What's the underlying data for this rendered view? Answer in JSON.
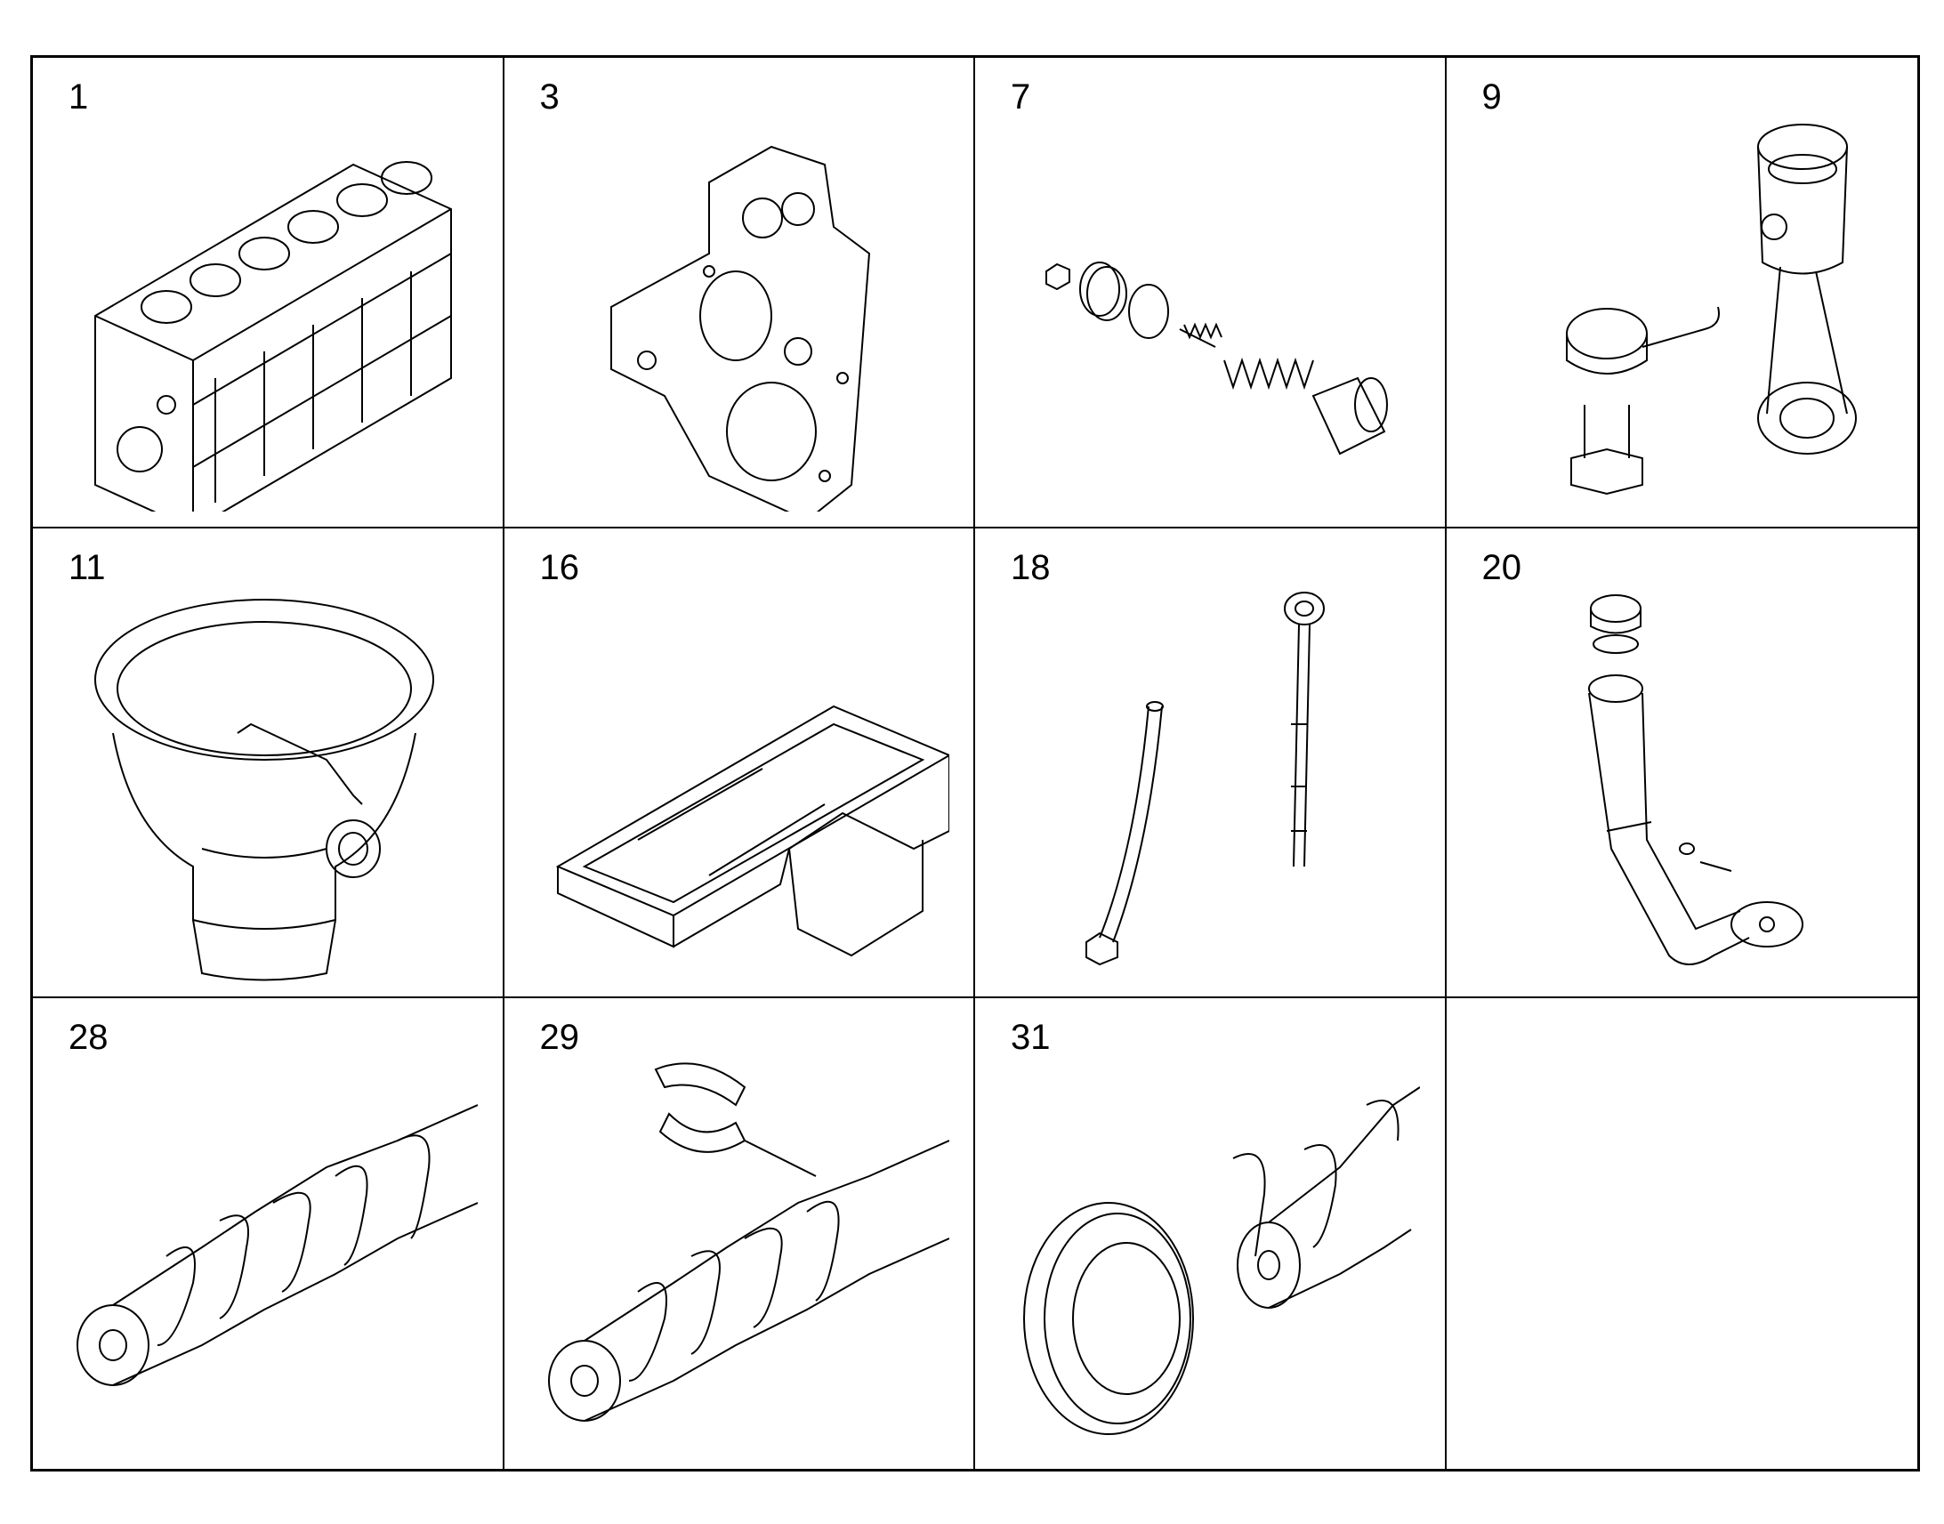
{
  "cells": [
    {
      "number": "1",
      "icon": "cylinder-block-icon"
    },
    {
      "number": "3",
      "icon": "timing-cover-icon"
    },
    {
      "number": "7",
      "icon": "valve-spring-kit-icon"
    },
    {
      "number": "9",
      "icon": "piston-connecting-rod-icon"
    },
    {
      "number": "11",
      "icon": "oil-separator-icon"
    },
    {
      "number": "16",
      "icon": "oil-pan-icon"
    },
    {
      "number": "18",
      "icon": "dipstick-icon"
    },
    {
      "number": "20",
      "icon": "oil-filler-tube-icon"
    },
    {
      "number": "28",
      "icon": "crankshaft-icon"
    },
    {
      "number": "29",
      "icon": "crankshaft-bearings-icon"
    },
    {
      "number": "31",
      "icon": "crankshaft-pulley-icon"
    },
    {
      "number": "",
      "icon": ""
    }
  ]
}
